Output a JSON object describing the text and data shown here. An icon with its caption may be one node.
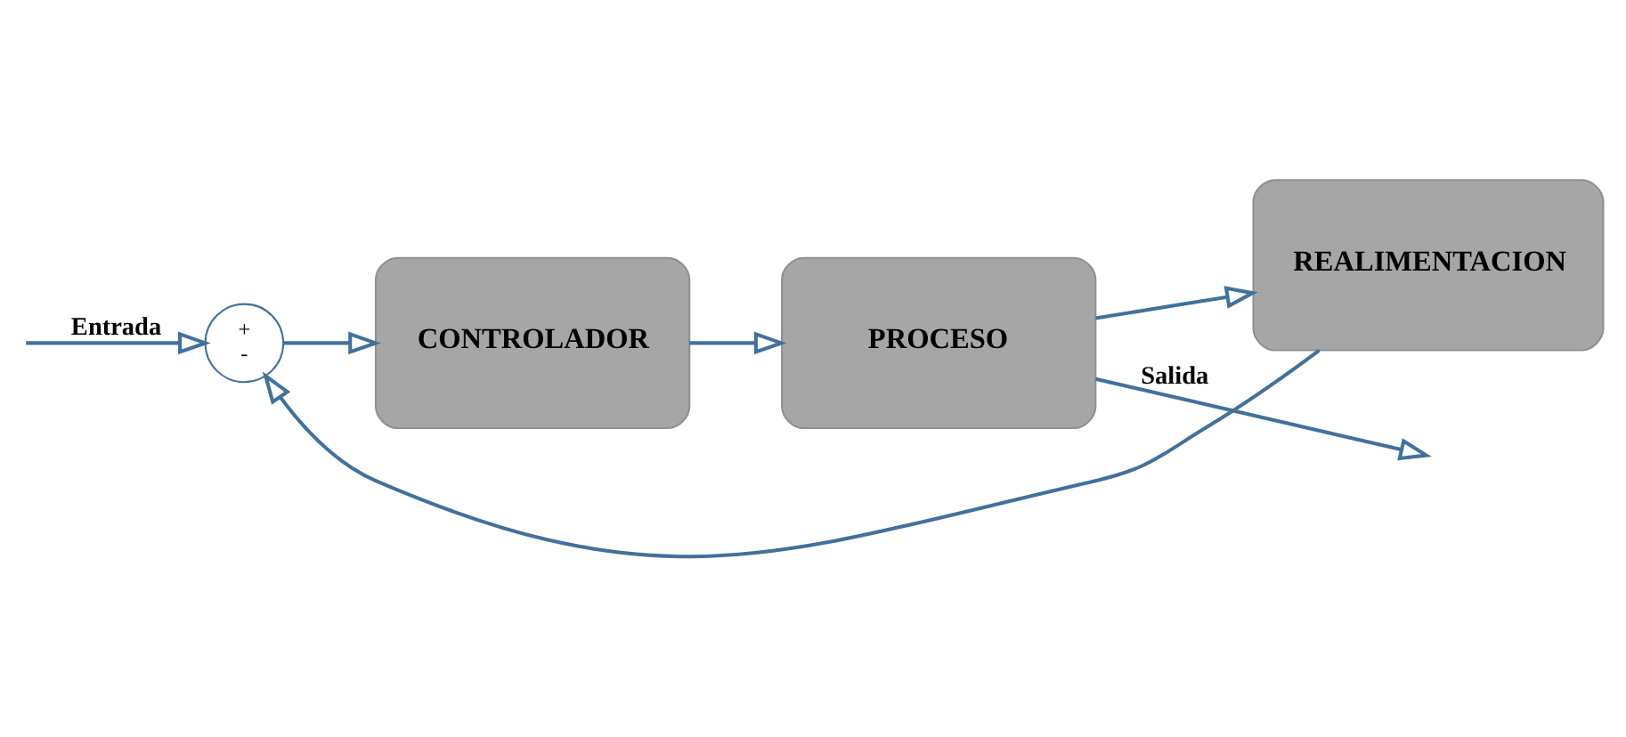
{
  "diagram": {
    "nodes": [
      {
        "text": [
          "+",
          "-"
        ]
      },
      {
        "text": [
          "CONTROLADOR"
        ]
      },
      {
        "text": [
          "PROCESO"
        ]
      },
      {
        "text": [
          "REALIMENTACION"
        ]
      }
    ],
    "edges": [
      {
        "from": null,
        "to": 0,
        "arrow": "to",
        "label": "Entrada"
      },
      {
        "from": 0,
        "to": 1,
        "arrow": "to"
      },
      {
        "from": 1,
        "to": 2,
        "arrow": "to"
      },
      {
        "from": 2,
        "to": null,
        "arrow": "to",
        "label": "Salida"
      },
      {
        "from": 2,
        "to": 3,
        "arrow": "to"
      },
      {
        "from": 3,
        "to": 0,
        "arrow": "to"
      }
    ]
  }
}
